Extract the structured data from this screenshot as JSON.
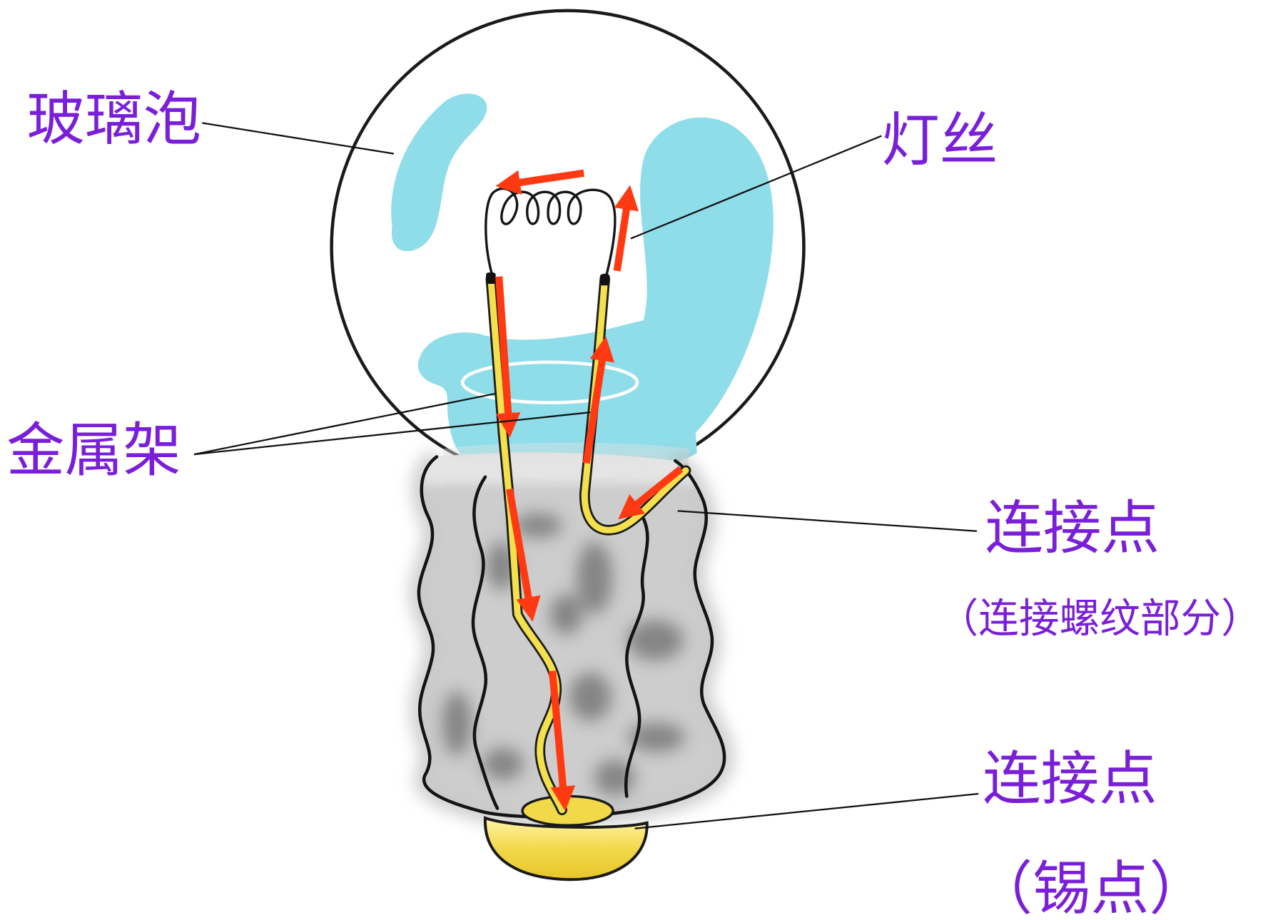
{
  "labels": {
    "glass_bulb": "玻璃泡",
    "filament": "灯丝",
    "metal_frame": "金属架",
    "thread_contact": {
      "title": "连接点",
      "note": "（连接螺纹部分）"
    },
    "solder_contact": {
      "title": "连接点",
      "note": "（锡点）"
    }
  },
  "colors": {
    "label": "#7a1fd9",
    "current_arrow": "#ff3a12",
    "wire": "#f4e04d",
    "glass_highlight": "#8fdde9",
    "base": "#c9c9c9",
    "solder": "#f2d94a"
  }
}
